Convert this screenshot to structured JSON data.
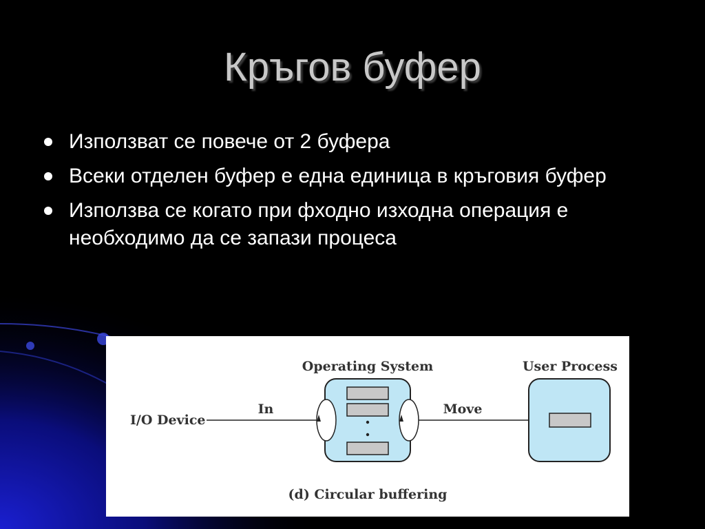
{
  "slide": {
    "title": "Кръгов буфер",
    "bullets": [
      "Използват се повече от 2 буфера",
      "Всеки отделен буфер е една единица в кръговия буфер",
      "Използва се когато при фходно изходна операция е необходимо да се запази процеса"
    ]
  },
  "figure": {
    "os_label": "Operating System",
    "user_label": "User Process",
    "io_label": "I/O Device",
    "in_label": "In",
    "move_label": "Move",
    "caption": "(d) Circular buffering",
    "box_color": "#bfe6f5"
  }
}
